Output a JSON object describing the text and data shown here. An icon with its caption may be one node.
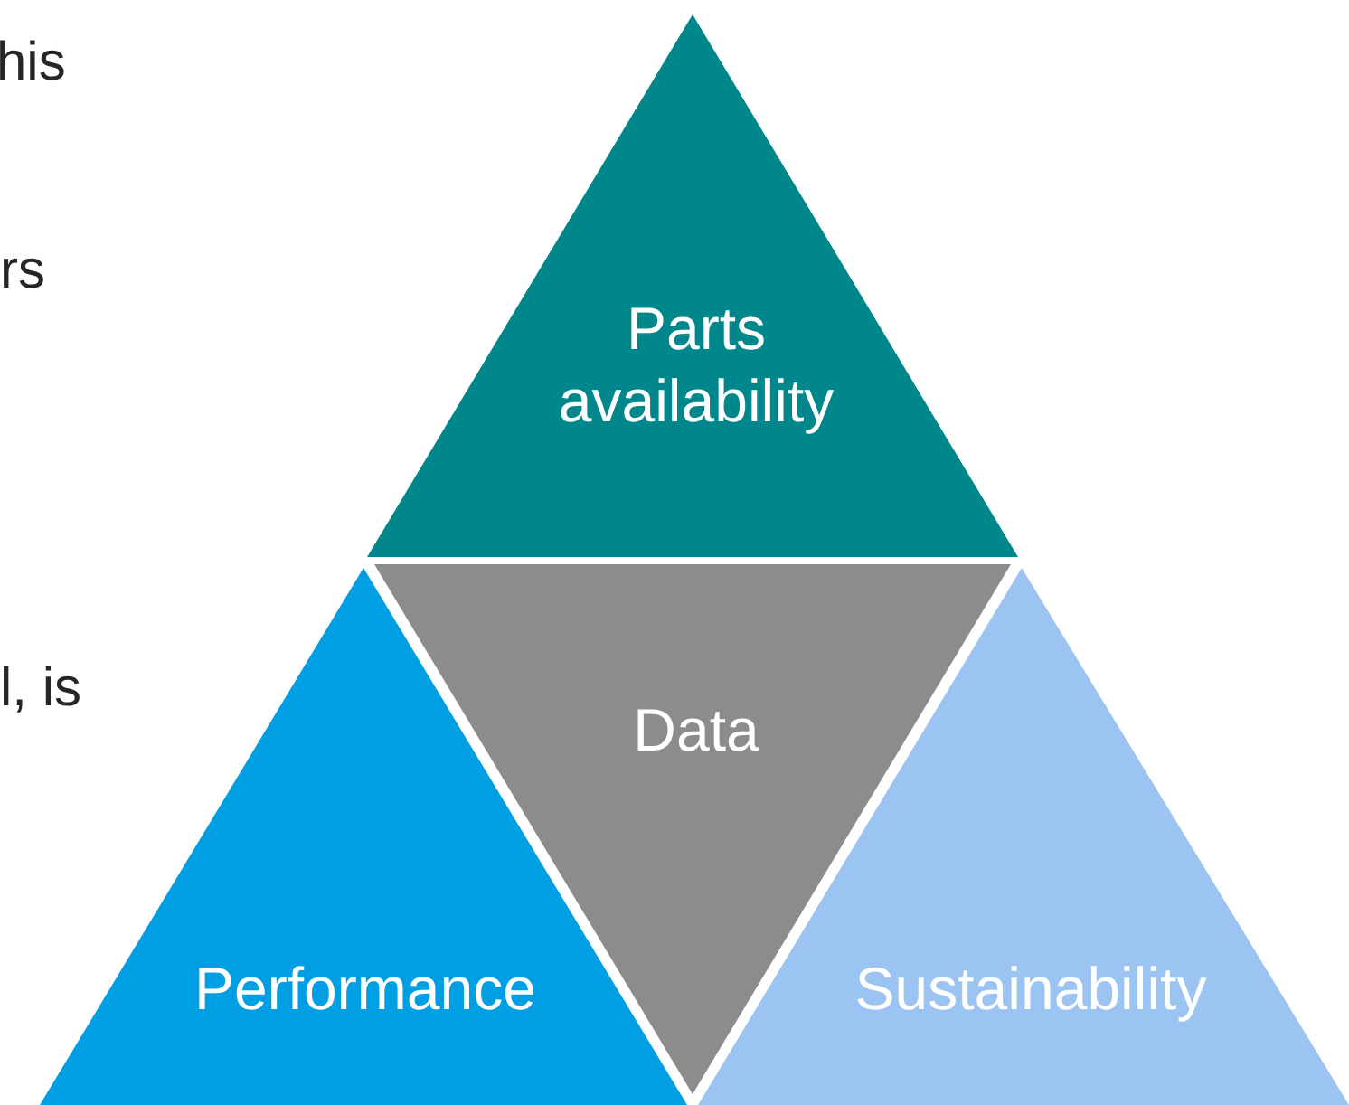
{
  "diagram": {
    "nodes": [
      {
        "text": [
          "Parts availability"
        ]
      },
      {
        "text": [
          "Data"
        ]
      },
      {
        "text": [
          "Performance"
        ]
      },
      {
        "text": [
          "Sustainability"
        ]
      }
    ],
    "labels": [
      "his",
      "rs",
      "l, is"
    ]
  }
}
